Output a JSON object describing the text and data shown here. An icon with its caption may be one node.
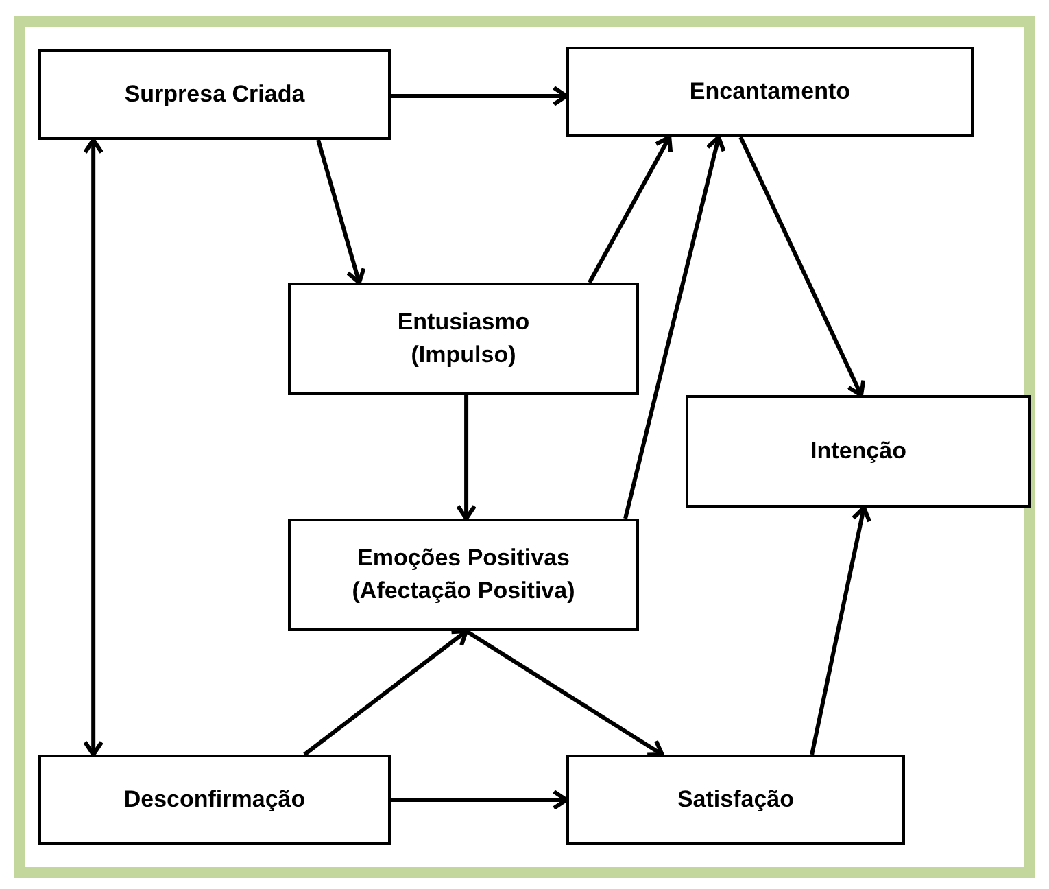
{
  "diagram": {
    "nodes": [
      {
        "text": [
          "Surpresa Criada"
        ]
      },
      {
        "text": [
          "Encantamento"
        ]
      },
      {
        "text": [
          "Entusiasmo",
          "(Impulso)"
        ]
      },
      {
        "text": [
          "Intenção"
        ]
      },
      {
        "text": [
          "Emoções Positivas",
          "(Afectação Positiva)"
        ]
      },
      {
        "text": [
          "Desconfirmação"
        ]
      },
      {
        "text": [
          "Satisfação"
        ]
      }
    ],
    "edges": [
      {
        "from": 0,
        "to": 1,
        "arrow": "to"
      },
      {
        "from": 0,
        "to": 2,
        "arrow": "to"
      },
      {
        "from": 0,
        "to": 5,
        "arrow": "both"
      },
      {
        "from": 2,
        "to": 1,
        "arrow": "to"
      },
      {
        "from": 2,
        "to": 4,
        "arrow": "to"
      },
      {
        "from": 4,
        "to": 1,
        "arrow": "to"
      },
      {
        "from": 1,
        "to": 3,
        "arrow": "to"
      },
      {
        "from": 5,
        "to": 4,
        "arrow": "to"
      },
      {
        "from": 4,
        "to": 6,
        "arrow": "to"
      },
      {
        "from": 5,
        "to": 6,
        "arrow": "to"
      },
      {
        "from": 6,
        "to": 3,
        "arrow": "to"
      }
    ]
  }
}
